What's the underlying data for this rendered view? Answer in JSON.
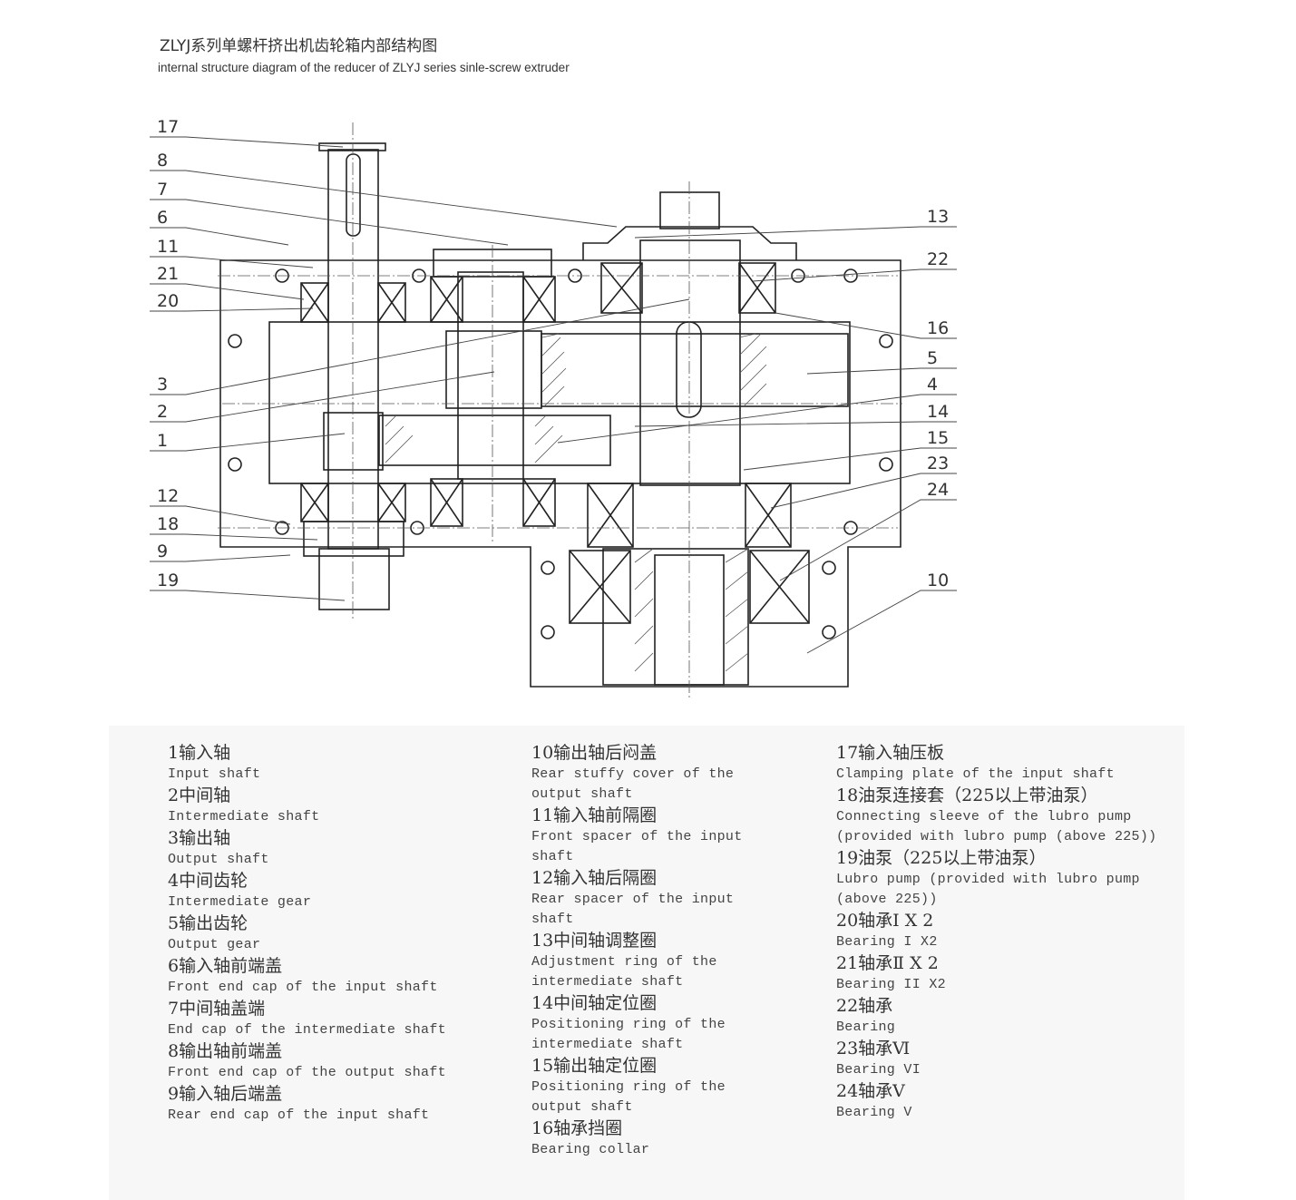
{
  "title": {
    "cn": "ZLYJ系列单螺杆挤出机齿轮箱内部结构图",
    "en": "internal structure diagram of the reducer of ZLYJ series sinle-screw extruder"
  },
  "callouts": {
    "left": [
      "17",
      "8",
      "7",
      "6",
      "11",
      "21",
      "20",
      "3",
      "2",
      "1",
      "12",
      "18",
      "9",
      "19"
    ],
    "right": [
      "13",
      "22",
      "16",
      "5",
      "4",
      "14",
      "15",
      "23",
      "24",
      "10"
    ]
  },
  "legend": {
    "columns": [
      [
        {
          "cn": "1输入轴",
          "en": [
            "Input shaft"
          ]
        },
        {
          "cn": "2中间轴",
          "en": [
            "Intermediate shaft"
          ]
        },
        {
          "cn": "3输出轴",
          "en": [
            "Output shaft"
          ]
        },
        {
          "cn": "4中间齿轮",
          "en": [
            "Intermediate gear"
          ]
        },
        {
          "cn": "5输出齿轮",
          "en": [
            "Output gear"
          ]
        },
        {
          "cn": "6输入轴前端盖",
          "en": [
            "Front end cap of the input shaft"
          ]
        },
        {
          "cn": "7中间轴盖端",
          "en": [
            "End cap of the intermediate shaft"
          ]
        },
        {
          "cn": "8输出轴前端盖",
          "en": [
            "Front end cap of the output shaft"
          ]
        },
        {
          "cn": "9输入轴后端盖",
          "en": [
            "Rear end cap of the input shaft"
          ]
        }
      ],
      [
        {
          "cn": "10输出轴后闷盖",
          "en": [
            "Rear stuffy cover of the",
            "output shaft"
          ]
        },
        {
          "cn": "11输入轴前隔圈",
          "en": [
            "Front spacer of the input",
            "shaft"
          ]
        },
        {
          "cn": "12输入轴后隔圈",
          "en": [
            "Rear spacer of the input",
            "shaft"
          ]
        },
        {
          "cn": "13中间轴调整圈",
          "en": [
            "Adjustment ring of the",
            "intermediate shaft"
          ]
        },
        {
          "cn": "14中间轴定位圈",
          "en": [
            "Positioning ring of the",
            "intermediate shaft"
          ]
        },
        {
          "cn": "15输出轴定位圈",
          "en": [
            "Positioning ring of the",
            "output shaft"
          ]
        },
        {
          "cn": "16轴承挡圈",
          "en": [
            "Bearing collar"
          ]
        }
      ],
      [
        {
          "cn": "17输入轴压板",
          "en": [
            "Clamping plate of the input shaft"
          ]
        },
        {
          "cn": "18油泵连接套（225以上带油泵）",
          "en": [
            "Connecting sleeve of the lubro pump",
            "(provided with lubro pump (above 225))"
          ]
        },
        {
          "cn": "19油泵（225以上带油泵）",
          "en": [
            "Lubro pump (provided with lubro pump",
            "(above 225))"
          ]
        },
        {
          "cn": "20轴承Ⅰ X 2",
          "en": [
            "Bearing I X2"
          ]
        },
        {
          "cn": "21轴承Ⅱ X 2",
          "en": [
            "Bearing II X2"
          ]
        },
        {
          "cn": "22轴承",
          "en": [
            "Bearing"
          ]
        },
        {
          "cn": "23轴承Ⅵ",
          "en": [
            "Bearing VI"
          ]
        },
        {
          "cn": "24轴承Ⅴ",
          "en": [
            "Bearing V"
          ]
        }
      ]
    ]
  }
}
